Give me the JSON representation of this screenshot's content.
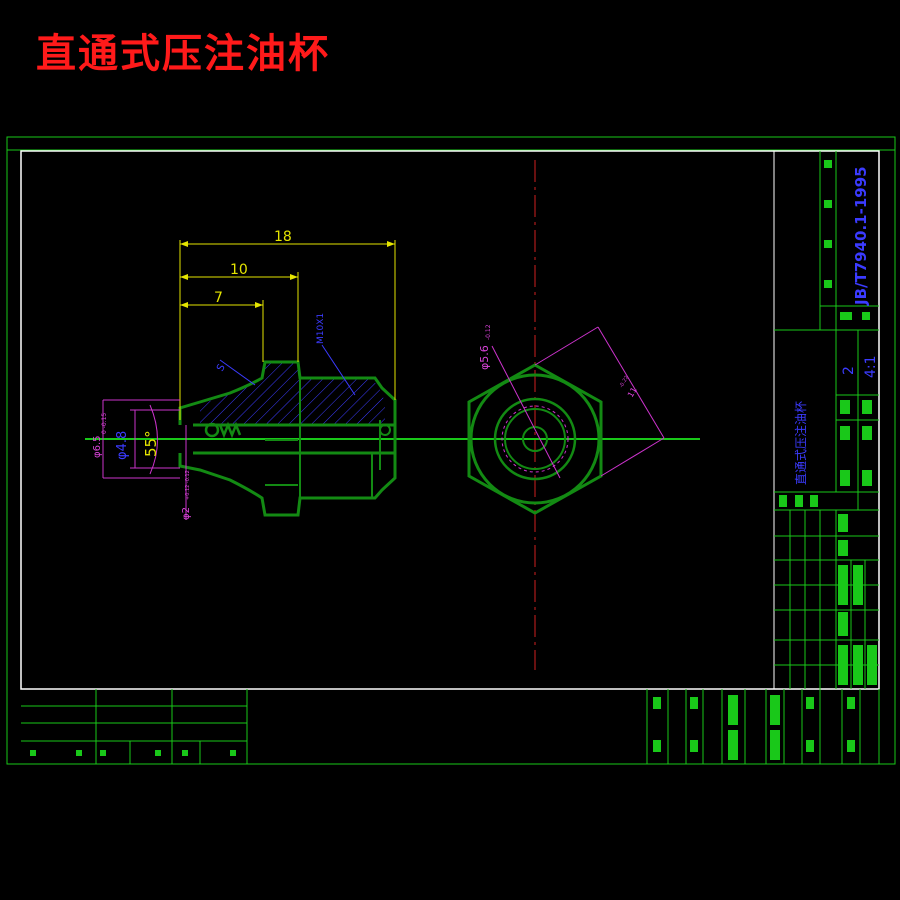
{
  "title": {
    "text": "直通式压注油杯",
    "color": "#ff1a1a"
  },
  "dimensions": {
    "len_18": "18",
    "len_10": "10",
    "len_7": "7",
    "dia_6_5": "φ6.5",
    "dia_6_5_tol": "0 -0.15",
    "dia_4_8": "φ4.8",
    "angle_55": "55°",
    "dia_2": "φ2",
    "dia_2_tol": "+0.12 -0.12",
    "thread": "M10X1",
    "sphere": "S",
    "dia_5_6": "φ5.6",
    "dia_5_6_tol": "-0.12",
    "width_11": "11",
    "width_11_tol": "-0.22"
  },
  "titleblock": {
    "standard": "JB/T7940.1-1995",
    "part_name": "直通式压注油杯",
    "quantity": "2",
    "scale": "4:1"
  },
  "colors": {
    "frame": "#19c819",
    "border": "#ffffff",
    "part": "#138a13",
    "dimension": "#e5e500",
    "diameter": "#cc33cc",
    "annotation": "#3b3bff",
    "centerline": "#d02020"
  }
}
